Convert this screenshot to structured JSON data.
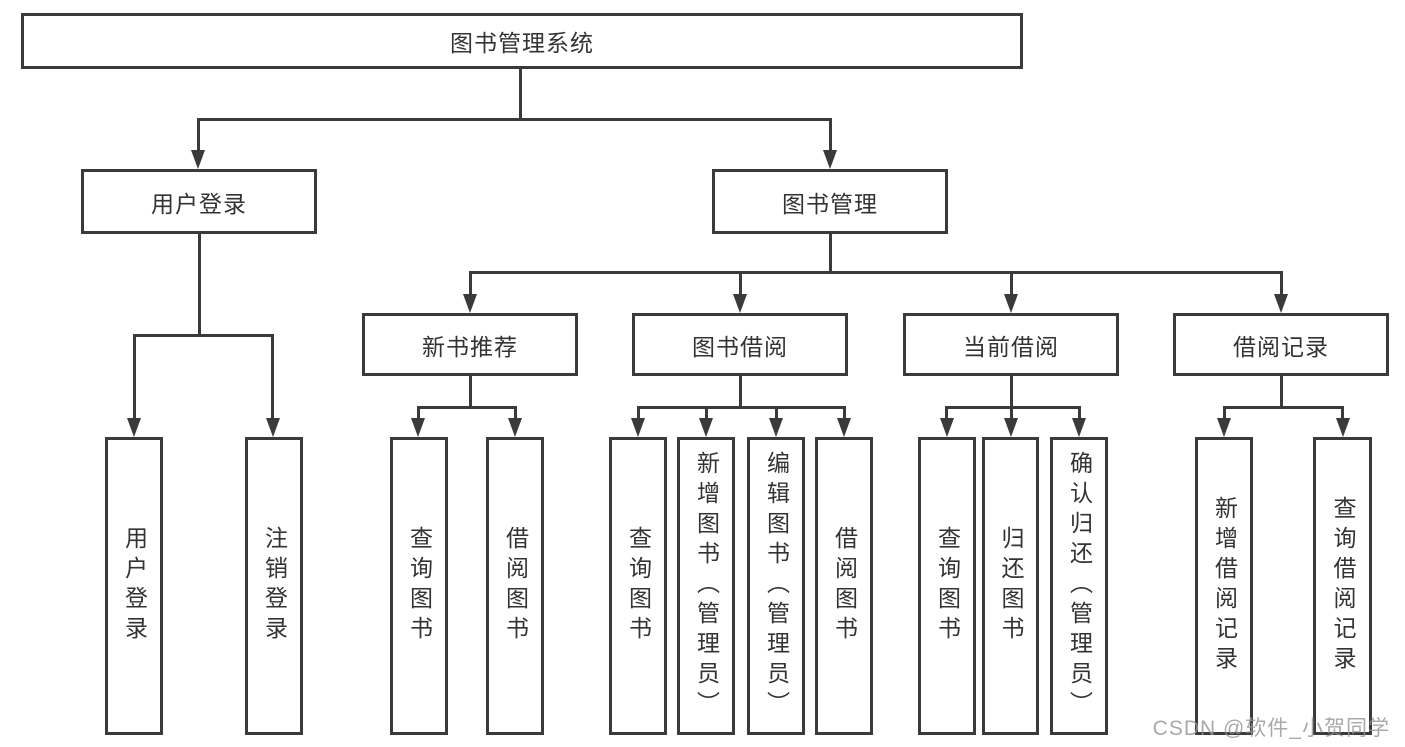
{
  "diagram": {
    "watermark": "CSDN @软件_小贺同学",
    "colors": {
      "line": "#3a3a3a",
      "text": "#333333",
      "background": "#ffffff",
      "watermark": "#969696"
    },
    "root": {
      "label": "图书管理系统"
    },
    "level2": [
      {
        "label": "用户登录"
      },
      {
        "label": "图书管理"
      }
    ],
    "level3": [
      {
        "label": "新书推荐"
      },
      {
        "label": "图书借阅"
      },
      {
        "label": "当前借阅"
      },
      {
        "label": "借阅记录"
      }
    ],
    "leaves": {
      "user_login": [
        {
          "label": "用户登录"
        },
        {
          "label": "注销登录"
        }
      ],
      "new_book_recommendation": [
        {
          "label": "查询图书"
        },
        {
          "label": "借阅图书"
        }
      ],
      "book_borrowing": [
        {
          "label": "查询图书"
        },
        {
          "label": "新增图书（管理员）"
        },
        {
          "label": "编辑图书（管理员）"
        },
        {
          "label": "借阅图书"
        }
      ],
      "current_borrowing": [
        {
          "label": "查询图书"
        },
        {
          "label": "归还图书"
        },
        {
          "label": "确认归还（管理员）"
        }
      ],
      "borrowing_records": [
        {
          "label": "新增借阅记录"
        },
        {
          "label": "查询借阅记录"
        }
      ]
    }
  }
}
